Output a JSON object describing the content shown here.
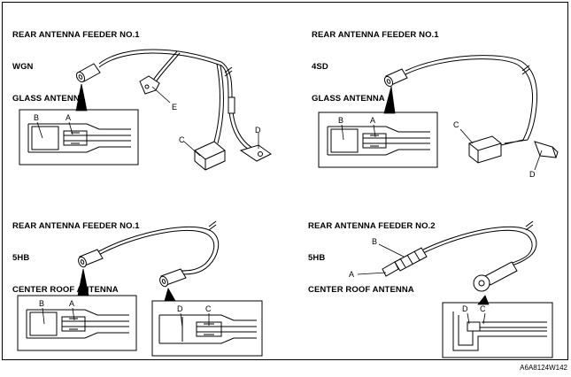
{
  "panels": {
    "top_left": {
      "line1": "REAR ANTENNA FEEDER NO.1",
      "line2": "WGN",
      "line3": "GLASS ANTENNA"
    },
    "top_right": {
      "line1": "REAR ANTENNA FEEDER NO.1",
      "line2": "4SD",
      "line3": "GLASS ANTENNA"
    },
    "bottom_left": {
      "line1": "REAR ANTENNA FEEDER NO.1",
      "line2": "5HB",
      "line3": "CENTER ROOF ANTENNA"
    },
    "bottom_right": {
      "line1": "REAR ANTENNA FEEDER NO.2",
      "line2": "5HB",
      "line3": "CENTER ROOF ANTENNA"
    }
  },
  "callouts": {
    "a": "A",
    "b": "B",
    "c": "C",
    "d": "D",
    "e": "E"
  },
  "figure_code": "A6A8124W142"
}
